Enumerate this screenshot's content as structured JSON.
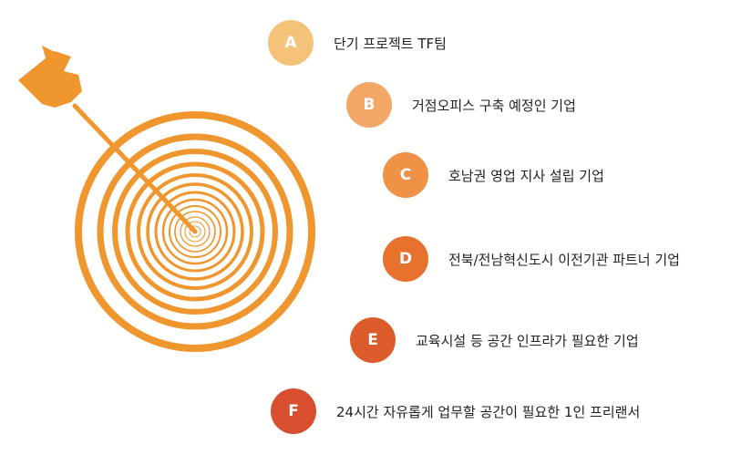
{
  "colors": {
    "ring": "#f0962e",
    "arrow": "#f0962e",
    "badge_a": "#f5c27a",
    "badge_b": "#f3a868",
    "badge_c": "#ef9246",
    "badge_d": "#e6722e",
    "badge_e": "#db5c2a",
    "badge_f": "#d84f2f"
  },
  "items": [
    {
      "letter": "A",
      "label": "단기 프로젝트 TF팀"
    },
    {
      "letter": "B",
      "label": "거점오피스 구축 예정인 기업"
    },
    {
      "letter": "C",
      "label": "호남권 영업 지사 설립 기업"
    },
    {
      "letter": "D",
      "label": "전북/전남혁신도시 이전기관 파트너 기업"
    },
    {
      "letter": "E",
      "label": "교육시설 등 공간 인프라가 필요한 기업"
    },
    {
      "letter": "F",
      "label": "24시간 자유롭게 업무할 공간이 필요한 1인 프리랜서"
    }
  ]
}
